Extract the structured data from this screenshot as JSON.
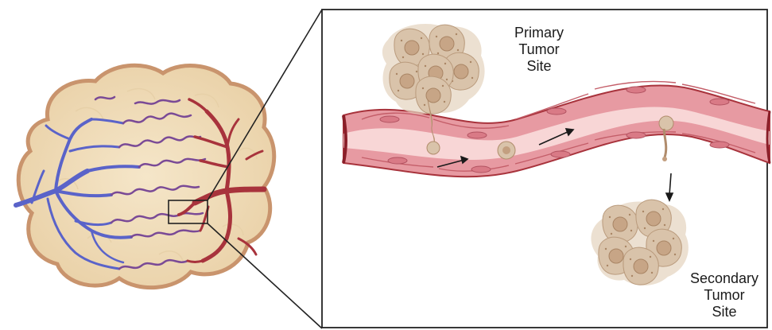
{
  "labels": {
    "primary": [
      "Primary",
      "Tumor",
      "Site"
    ],
    "secondary": [
      "Secondary",
      "Tumor",
      "Site"
    ]
  },
  "colors": {
    "tumor_fill": "#efd9b4",
    "tumor_outline": "#c9946d",
    "vein": "#5a63c9",
    "artery": "#a8333c",
    "vessel_wall": "#e79aa2",
    "vessel_lumen": "#f8d6d6",
    "tumor_cell": "#d7c0a6",
    "tumor_cell_core": "#c39f80"
  },
  "icons": [
    "tumor-mass-icon",
    "zoom-box-icon",
    "primary-tumor-cluster-icon",
    "secondary-tumor-cluster-icon",
    "circulating-tumor-cell-icon",
    "flow-arrow-icon"
  ]
}
